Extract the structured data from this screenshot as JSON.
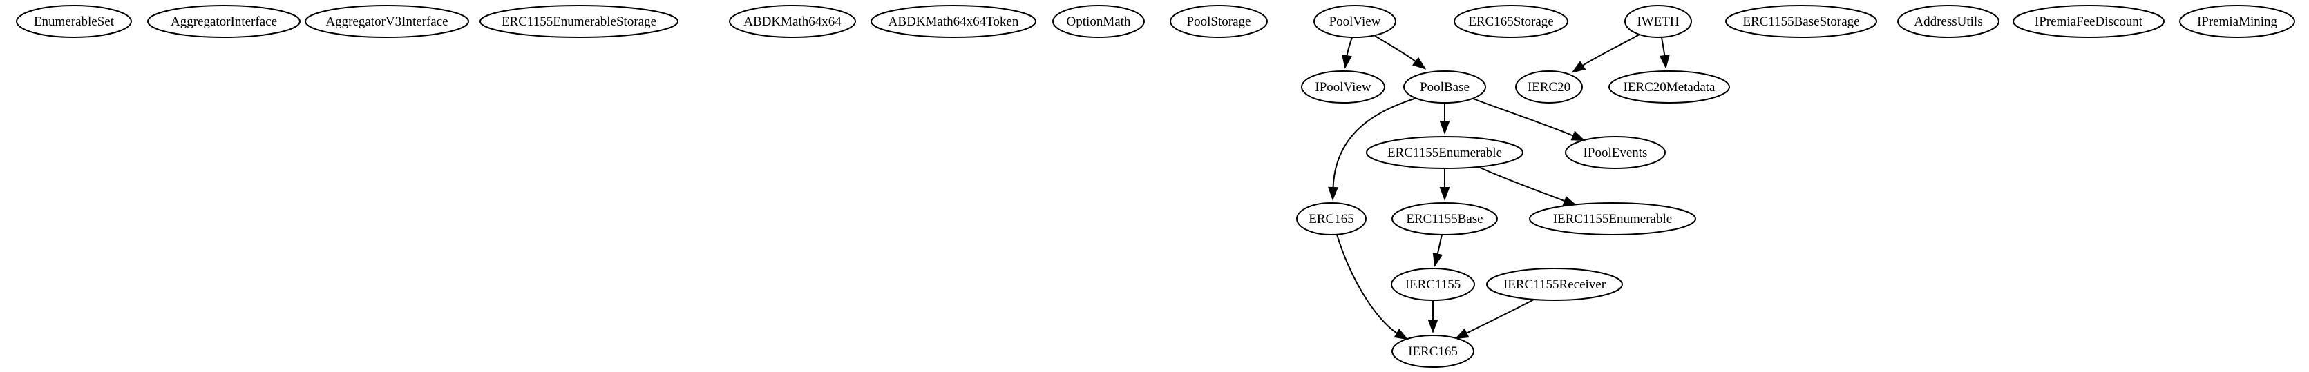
{
  "graph": {
    "nodes": [
      {
        "id": "EnumerableSet",
        "label": "EnumerableSet"
      },
      {
        "id": "AggregatorInterface",
        "label": "AggregatorInterface"
      },
      {
        "id": "AggregatorV3Interface",
        "label": "AggregatorV3Interface"
      },
      {
        "id": "ERC1155EnumerableStorage",
        "label": "ERC1155EnumerableStorage"
      },
      {
        "id": "ABDKMath64x64",
        "label": "ABDKMath64x64"
      },
      {
        "id": "ABDKMath64x64Token",
        "label": "ABDKMath64x64Token"
      },
      {
        "id": "OptionMath",
        "label": "OptionMath"
      },
      {
        "id": "PoolStorage",
        "label": "PoolStorage"
      },
      {
        "id": "PoolView",
        "label": "PoolView"
      },
      {
        "id": "ERC165Storage",
        "label": "ERC165Storage"
      },
      {
        "id": "IWETH",
        "label": "IWETH"
      },
      {
        "id": "ERC1155BaseStorage",
        "label": "ERC1155BaseStorage"
      },
      {
        "id": "AddressUtils",
        "label": "AddressUtils"
      },
      {
        "id": "IPremiaFeeDiscount",
        "label": "IPremiaFeeDiscount"
      },
      {
        "id": "IPremiaMining",
        "label": "IPremiaMining"
      },
      {
        "id": "IPoolView",
        "label": "IPoolView"
      },
      {
        "id": "PoolBase",
        "label": "PoolBase"
      },
      {
        "id": "IERC20",
        "label": "IERC20"
      },
      {
        "id": "IERC20Metadata",
        "label": "IERC20Metadata"
      },
      {
        "id": "ERC1155Enumerable",
        "label": "ERC1155Enumerable"
      },
      {
        "id": "IPoolEvents",
        "label": "IPoolEvents"
      },
      {
        "id": "ERC165",
        "label": "ERC165"
      },
      {
        "id": "ERC1155Base",
        "label": "ERC1155Base"
      },
      {
        "id": "IERC1155Enumerable",
        "label": "IERC1155Enumerable"
      },
      {
        "id": "IERC1155",
        "label": "IERC1155"
      },
      {
        "id": "IERC1155Receiver",
        "label": "IERC1155Receiver"
      },
      {
        "id": "IERC165",
        "label": "IERC165"
      }
    ],
    "edges": [
      {
        "from": "PoolView",
        "to": "IPoolView"
      },
      {
        "from": "PoolView",
        "to": "PoolBase"
      },
      {
        "from": "IWETH",
        "to": "IERC20"
      },
      {
        "from": "IWETH",
        "to": "IERC20Metadata"
      },
      {
        "from": "PoolBase",
        "to": "ERC165"
      },
      {
        "from": "PoolBase",
        "to": "ERC1155Enumerable"
      },
      {
        "from": "PoolBase",
        "to": "IPoolEvents"
      },
      {
        "from": "ERC1155Enumerable",
        "to": "ERC1155Base"
      },
      {
        "from": "ERC1155Enumerable",
        "to": "IERC1155Enumerable"
      },
      {
        "from": "ERC165",
        "to": "IERC165"
      },
      {
        "from": "ERC1155Base",
        "to": "IERC1155"
      },
      {
        "from": "IERC1155",
        "to": "IERC165"
      },
      {
        "from": "IERC1155Receiver",
        "to": "IERC165"
      }
    ]
  }
}
